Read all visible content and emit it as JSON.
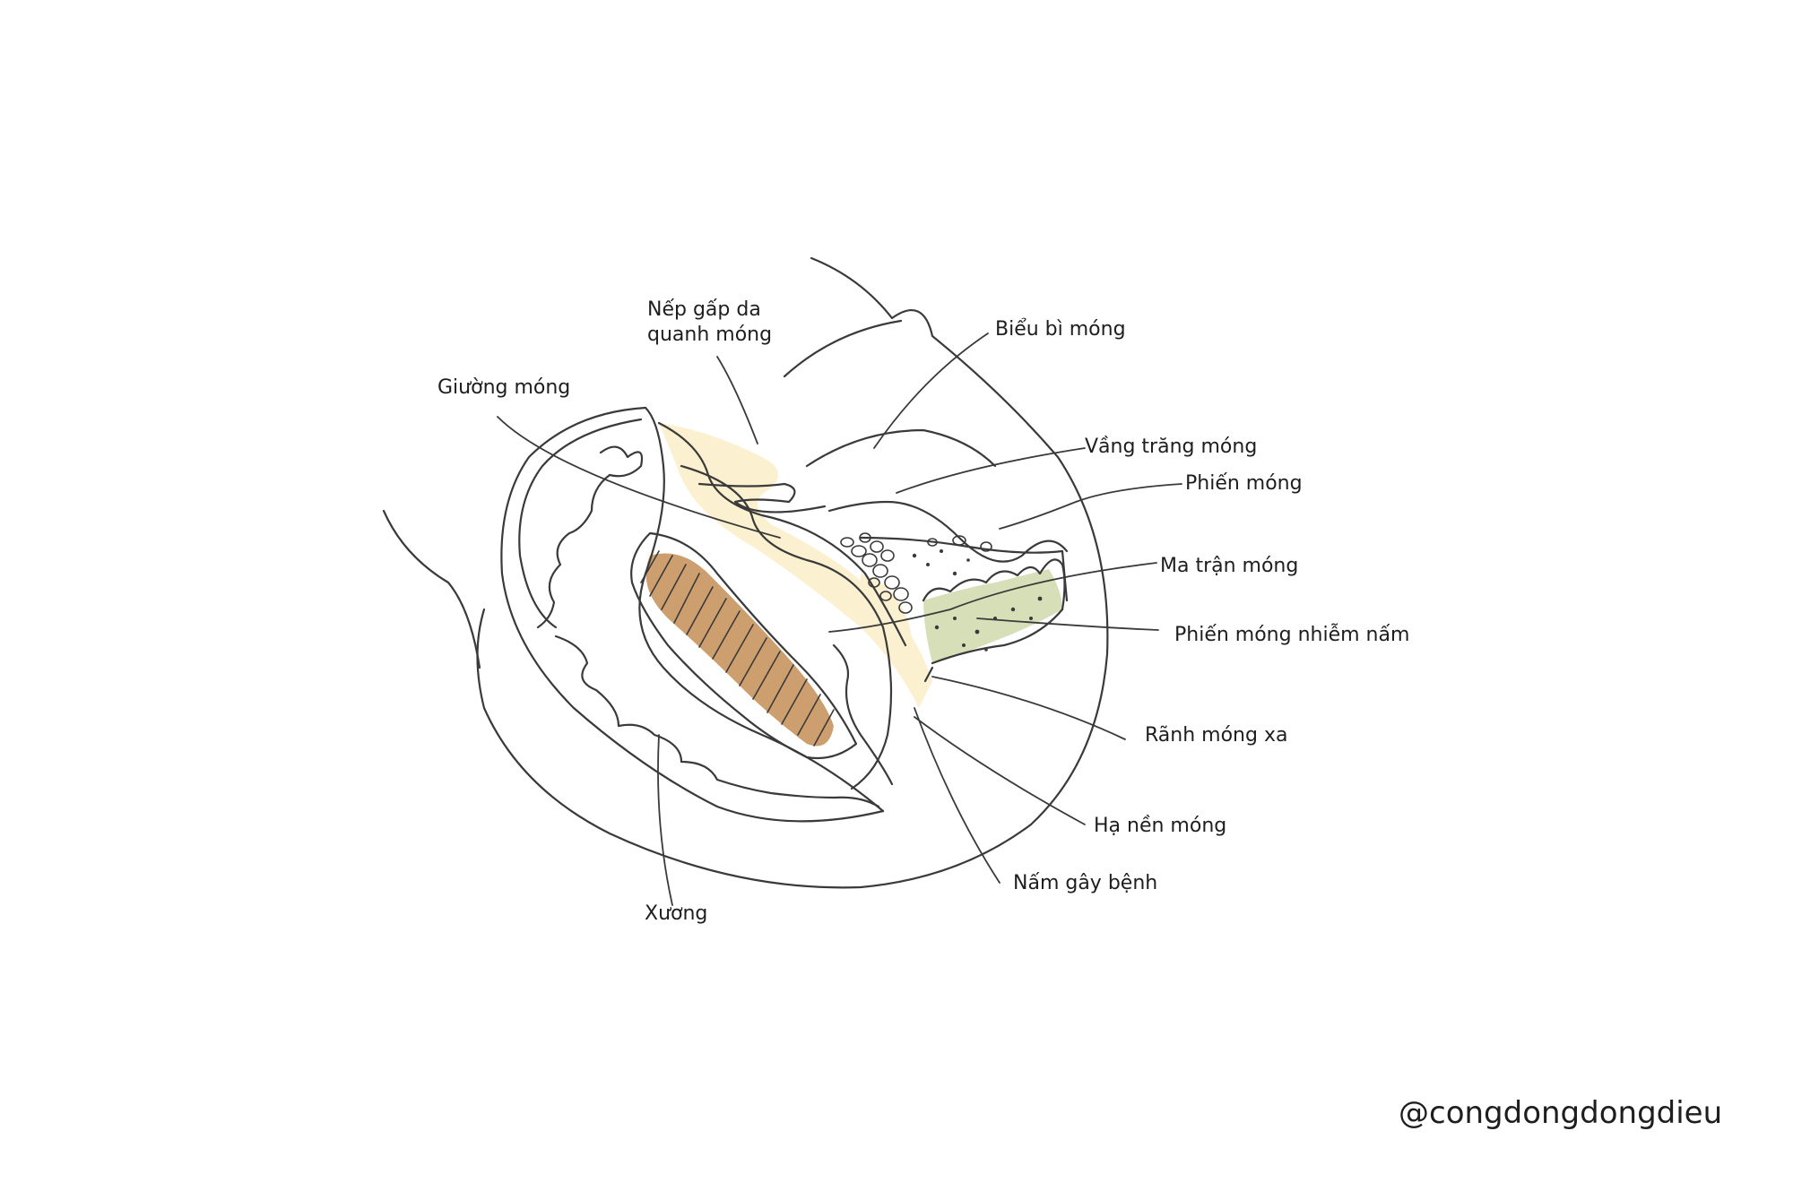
{
  "diagram": {
    "labels": {
      "nep_gap_da_line1": "Nếp gấp da",
      "nep_gap_da_line2": "quanh móng",
      "giuong_mong": "Giường móng",
      "bieu_bi_mong": "Biểu bì móng",
      "vang_trang_mong": "Vầng trăng móng",
      "phien_mong": "Phiến móng",
      "ma_tran_mong": "Ma trận móng",
      "phien_mong_nhiem_nam": "Phiến móng nhiễm nấm",
      "ranh_mong_xa": "Rãnh móng xa",
      "ha_nen_mong": "Hạ nền móng",
      "nam_gay_benh": "Nấm gây bệnh",
      "xuong": "Xương"
    },
    "colors": {
      "ink": "#3a3a3a",
      "bone": "#c8955f",
      "nail_bed_highlight": "#fbf0cf",
      "fungal_plate": "#d6dfb8"
    }
  },
  "watermark": "@congdongdongdieu"
}
